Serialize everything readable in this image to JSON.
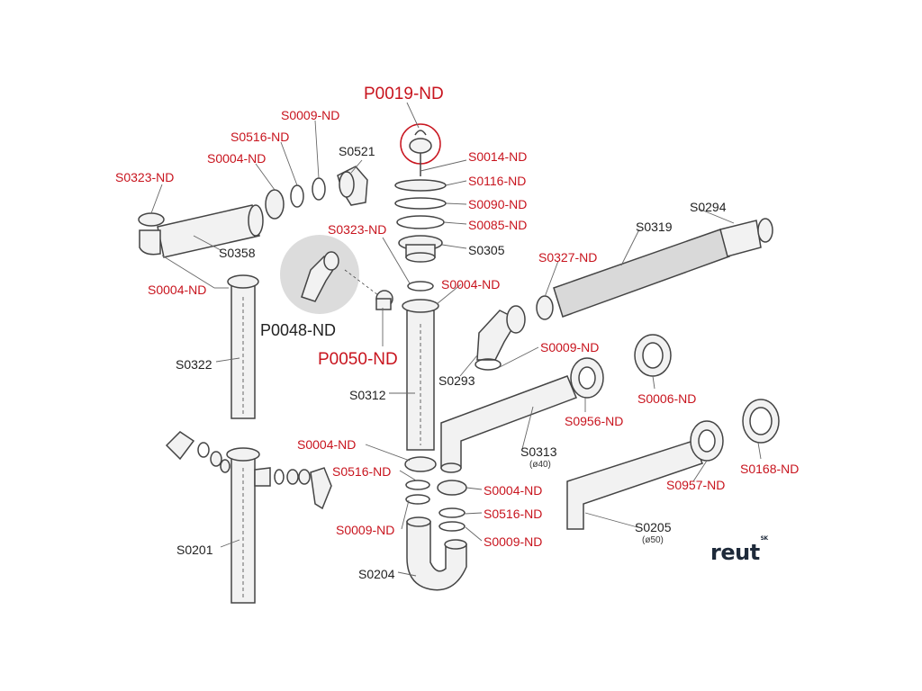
{
  "brand": {
    "logo_text": "reut",
    "logo_suffix": "SK"
  },
  "colors": {
    "part_code_highlight": "#c8141e",
    "part_code_normal": "#222222",
    "outline": "#444444",
    "part_fill": "#f2f2f2",
    "highlight_bg": "#dcdcdc"
  },
  "labels": {
    "p0019": "P0019-ND",
    "s0009_a": "S0009-ND",
    "s0516_a": "S0516-ND",
    "s0004_a": "S0004-ND",
    "s0323_a": "S0323-ND",
    "s0521": "S0521",
    "s0014": "S0014-ND",
    "s0116": "S0116-ND",
    "s0090": "S0090-ND",
    "s0085": "S0085-ND",
    "s0305": "S0305",
    "s0323_b": "S0323-ND",
    "s0358": "S0358",
    "s0004_b": "S0004-ND",
    "p0048": "P0048-ND",
    "p0050": "P0050-ND",
    "s0294": "S0294",
    "s0319": "S0319",
    "s0327": "S0327-ND",
    "s0004_c": "S0004-ND",
    "s0322": "S0322",
    "s0009_b": "S0009-ND",
    "s0293": "S0293",
    "s0312": "S0312",
    "s0006": "S0006-ND",
    "s0956": "S0956-ND",
    "s0004_d": "S0004-ND",
    "s0313": "S0313",
    "s0313_dim": "(ø40)",
    "s0168": "S0168-ND",
    "s0516_b": "S0516-ND",
    "s0957": "S0957-ND",
    "s0004_e": "S0004-ND",
    "s0516_c": "S0516-ND",
    "s0009_c": "S0009-ND",
    "s0009_d": "S0009-ND",
    "s0205": "S0205",
    "s0205_dim": "(ø50)",
    "s0201": "S0201",
    "s0204": "S0204"
  }
}
